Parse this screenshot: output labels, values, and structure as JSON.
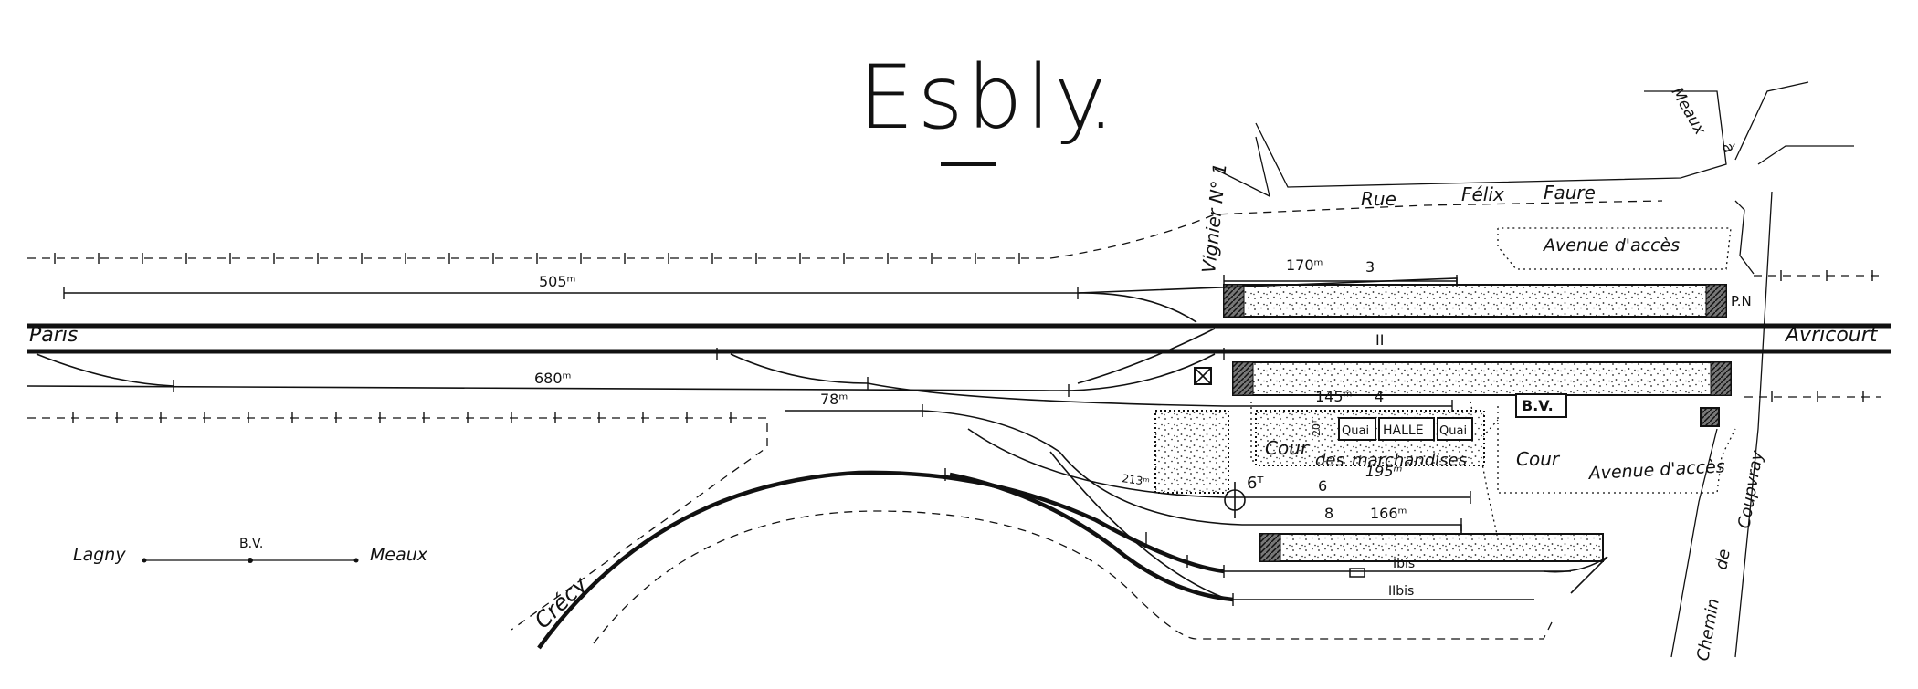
{
  "title": "Esbly",
  "title_dot": ".",
  "stations": {
    "left": "Paris",
    "right": "Avricourt",
    "branch": "Crécy"
  },
  "signal_box": "Vignier N° 1",
  "streets": {
    "rue_felix_faure": [
      "Rue",
      "Félix",
      "Faure"
    ],
    "avenue_acces_top": "Avenue d'accès",
    "avenue_acces_bottom": "Avenue d'accès",
    "meaux_road": "Meaux",
    "meaux_road_arrow": "à",
    "chemin_coupvray": [
      "Chemin",
      "de",
      "Coupvray"
    ]
  },
  "labels": {
    "pn": "P.N",
    "bv": "B.V.",
    "quai_left": "Quai",
    "halle": "HALLE",
    "quai_right": "Quai",
    "cour_marchandises": [
      "Cour",
      "des",
      "marchandises"
    ],
    "cour": "Cour",
    "six_t": "6ᵀ",
    "twenty_t": "20ᵀ",
    "len_213": "213ᵐ"
  },
  "tracks": [
    {
      "name": "3",
      "length": "170ᵐ"
    },
    {
      "name": "II",
      "length": ""
    },
    {
      "name": "4",
      "length": "145ᵐ"
    },
    {
      "name": "6",
      "length": "195ᵐ"
    },
    {
      "name": "8",
      "length": "166ᵐ"
    },
    {
      "name": "Ibis",
      "length": ""
    },
    {
      "name": "IIbis",
      "length": ""
    }
  ],
  "lengths": {
    "upper_siding": "505ᵐ",
    "lower_siding": "680ᵐ",
    "short_siding": "78ᵐ"
  },
  "legend": {
    "left": "Lagny",
    "middle": "B.V.",
    "right": "Meaux"
  }
}
